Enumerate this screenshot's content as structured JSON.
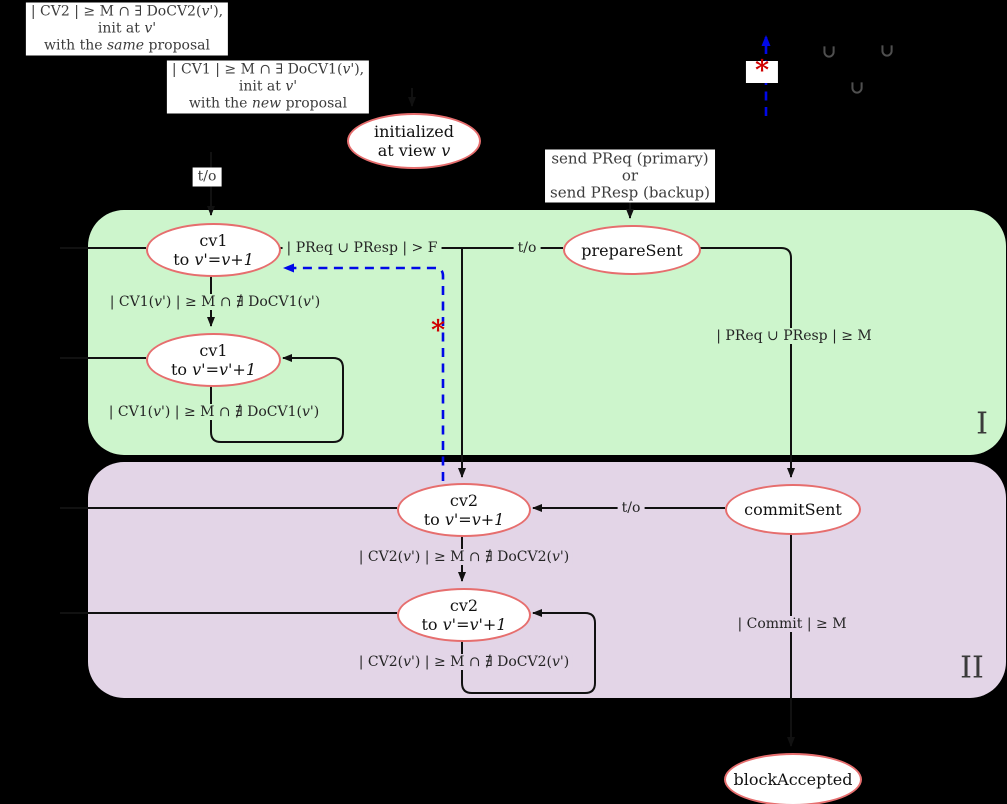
{
  "colors": {
    "background": "#000000",
    "region_prepare_fill": "#cdf5cc",
    "region_commit_fill": "#e3d5e7",
    "state_border": "#e66e6e",
    "edge_black": "#111111",
    "edge_blue_dashed": "#0008e8",
    "asterisk_red": "#cf0000",
    "label_gray": "#3c3c3c"
  },
  "callout_boxes": {
    "cv2_exit": {
      "line1": [
        [
          "| CV2 | ≥ M ∩ ∃ DoCV2(",
          0
        ],
        [
          "v'",
          1
        ],
        [
          "),",
          0
        ]
      ],
      "line2": [
        [
          "init at ",
          0
        ],
        [
          "v'",
          1
        ]
      ],
      "line3": [
        [
          "with the ",
          0
        ],
        [
          "same",
          1
        ],
        [
          " proposal",
          0
        ]
      ]
    },
    "cv1_exit": {
      "line1": [
        [
          "| CV1 | ≥ M ∩ ∃ DoCV1(",
          0
        ],
        [
          "v'",
          1
        ],
        [
          "),",
          0
        ]
      ],
      "line2": [
        [
          "init at ",
          0
        ],
        [
          "v'",
          1
        ]
      ],
      "line3": [
        [
          "with the ",
          0
        ],
        [
          "new",
          1
        ],
        [
          " proposal",
          0
        ]
      ]
    }
  },
  "states": {
    "initialized": {
      "line1": "initialized",
      "line2": [
        [
          "at view ",
          0
        ],
        [
          "v",
          1
        ]
      ]
    },
    "cv1_first": {
      "name": "cv1",
      "to": [
        [
          "to ",
          0
        ],
        [
          "v'=v+1",
          1
        ]
      ]
    },
    "cv1_repeat": {
      "name": "cv1",
      "to": [
        [
          "to ",
          0
        ],
        [
          "v'=v'+1",
          1
        ]
      ]
    },
    "prepare_sent": {
      "name": "prepareSent"
    },
    "cv2_first": {
      "name": "cv2",
      "to": [
        [
          "to ",
          0
        ],
        [
          "v'=v+1",
          1
        ]
      ]
    },
    "cv2_repeat": {
      "name": "cv2",
      "to": [
        [
          "to ",
          0
        ],
        [
          "v'=v'+1",
          1
        ]
      ]
    },
    "commit_sent": {
      "name": "commitSent"
    },
    "block_accepted": {
      "name": "blockAccepted"
    }
  },
  "edge_labels": {
    "timeout_to_cv1": "t/o",
    "send_prepare": {
      "line1": "send PReq (primary)",
      "line2": "or",
      "line3": "send PResp (backup)"
    },
    "preq_presp_gt_f": [
      [
        "| PReq ∪ PResp | > F",
        0
      ]
    ],
    "timeout_prepare": "t/o",
    "preq_presp_ge_m": [
      [
        "| PReq ∪ PResp | ≥ M",
        0
      ]
    ],
    "cv1_cond_first": [
      [
        "| CV1(",
        0
      ],
      [
        "v'",
        1
      ],
      [
        ") |  ≥ M ∩ ∄ DoCV1(",
        0
      ],
      [
        "v'",
        1
      ],
      [
        ")",
        0
      ]
    ],
    "cv1_cond_loop": [
      [
        "| CV1(",
        0
      ],
      [
        "v'",
        1
      ],
      [
        ") | ≥ M ∩ ∄ DoCV1(",
        0
      ],
      [
        "v'",
        1
      ],
      [
        ")",
        0
      ]
    ],
    "cv2_cond_first": [
      [
        "| CV2(",
        0
      ],
      [
        "v'",
        1
      ],
      [
        ") | ≥ M ∩ ∄ DoCV2(",
        0
      ],
      [
        "v'",
        1
      ],
      [
        ")",
        0
      ]
    ],
    "cv2_cond_loop": [
      [
        "| CV2(",
        0
      ],
      [
        "v'",
        1
      ],
      [
        ") | ≥ M ∩ ∄ DoCV2(",
        0
      ],
      [
        "v'",
        1
      ],
      [
        ")",
        0
      ]
    ],
    "timeout_commit": "t/o",
    "commit_ge_m": [
      [
        "| Commit | ≥ M",
        0
      ]
    ],
    "asterisk_main": "*"
  },
  "regions": {
    "prepare_phase_numeral": "I",
    "commit_phase_numeral": "II"
  },
  "legend": {
    "asterisk": "*",
    "union_symbols": [
      "∪",
      "∪",
      "∪"
    ]
  }
}
